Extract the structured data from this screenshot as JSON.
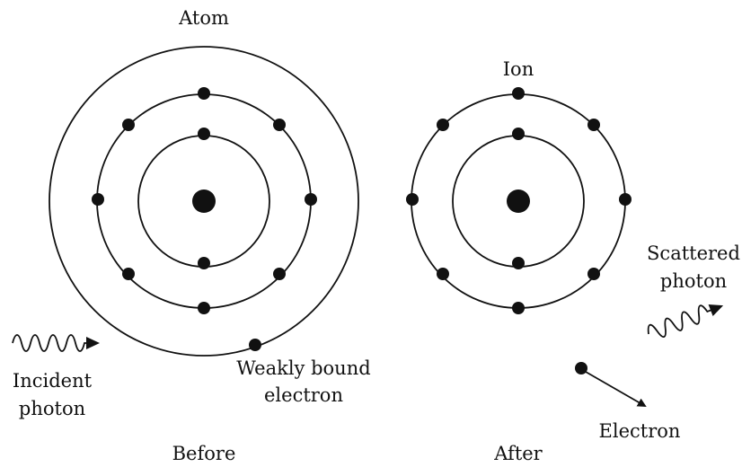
{
  "labels": {
    "atom": "Atom",
    "ion": "Ion",
    "scattered_photon_line1": "Scattered",
    "scattered_photon_line2": "photon",
    "incident_photon_line1": "Incident",
    "incident_photon_line2": "photon",
    "weakly_bound_line1": "Weakly bound",
    "weakly_bound_line2": "electron",
    "electron": "Electron",
    "before": "Before",
    "after": "After"
  }
}
